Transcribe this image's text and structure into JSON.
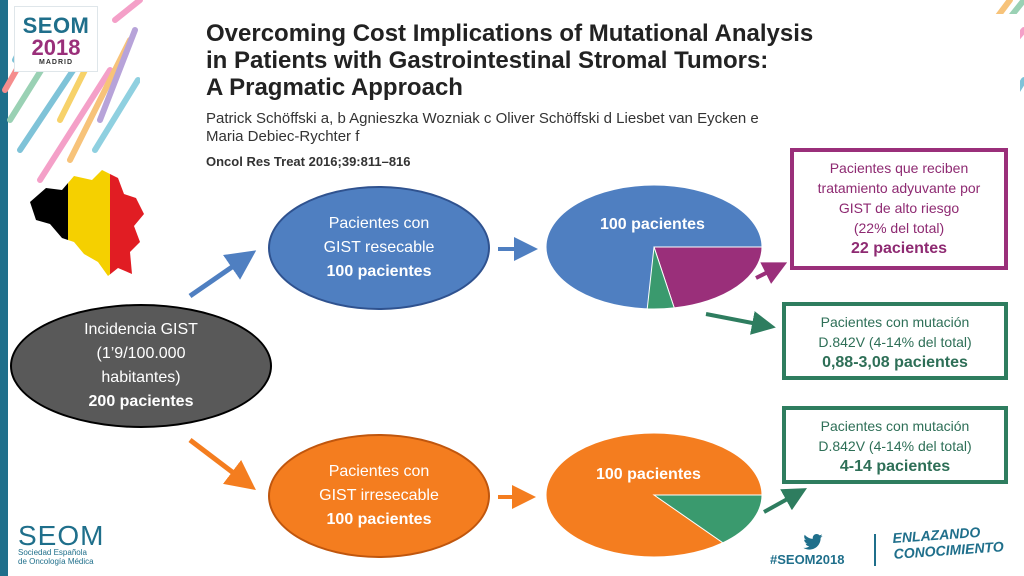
{
  "header": {
    "logo": {
      "brand": "SEOM",
      "year": "2018",
      "city": "MADRID"
    },
    "paper": {
      "title_lines": [
        "Overcoming Cost Implications of Mutational Analysis",
        "in Patients with Gastrointestinal Stromal Tumors:",
        "A Pragmatic Approach"
      ],
      "authors_line1": "Patrick Schöffski a, b   Agnieszka Wozniak c   Oliver Schöffski d   Liesbet van Eycken e",
      "authors_line2": "Maria Debiec-Rychter f",
      "journal": "Oncol Res Treat 2016;39:811–816"
    }
  },
  "flag": {
    "icon": "belgium-map-flag-icon",
    "colors": [
      "#000000",
      "#f5d000",
      "#e11d23"
    ]
  },
  "nodes": {
    "incidencia": {
      "lines": [
        "Incidencia GIST",
        "(1’9/100.000",
        "habitantes)"
      ],
      "bold": "200 pacientes"
    },
    "resecable": {
      "lines": [
        "Pacientes con",
        "GIST resecable"
      ],
      "bold": "100 pacientes"
    },
    "irresecable": {
      "lines": [
        "Pacientes con",
        "GIST irresecable"
      ],
      "bold": "100 pacientes"
    }
  },
  "pies": {
    "top": {
      "label": "100 pacientes",
      "base_color": "#4f7fc1",
      "slices": [
        {
          "percent": 22,
          "color": "#9a2f7a"
        },
        {
          "percent": 4,
          "color": "#3a9a6e"
        }
      ]
    },
    "bottom": {
      "label": "100 pacientes",
      "base_color": "#f47d1f",
      "slices": [
        {
          "percent": 14,
          "color": "#3a9a6e"
        }
      ]
    }
  },
  "boxes": {
    "adyuvante": {
      "lines": [
        "Pacientes que reciben",
        "tratamiento adyuvante por",
        "GIST de alto riesgo",
        "(22% del total)"
      ],
      "bold": "22 pacientes"
    },
    "mut1": {
      "lines": [
        "Pacientes  con mutación",
        "D.842V (4-14% del total)"
      ],
      "bold": "0,88-3,08 pacientes"
    },
    "mut2": {
      "lines": [
        "Pacientes  con mutación",
        "D.842V (4-14% del total)"
      ],
      "bold": "4-14 pacientes"
    }
  },
  "colors": {
    "blue": "#4f7fc1",
    "orange": "#f47d1f",
    "purple": "#9a2f7a",
    "green": "#2e7d5f",
    "teal": "#1f6f8b"
  },
  "footer": {
    "seom": "SEOM",
    "seom_sub_line1": "Sociedad Española",
    "seom_sub_line2": "de Oncología Médica",
    "hashtag": "#SEOM2018",
    "enlazando_line1": "ENLAZANDO",
    "enlazando_line2": "CONOCIMIENTO",
    "twitter_icon": "twitter-bird-icon"
  }
}
